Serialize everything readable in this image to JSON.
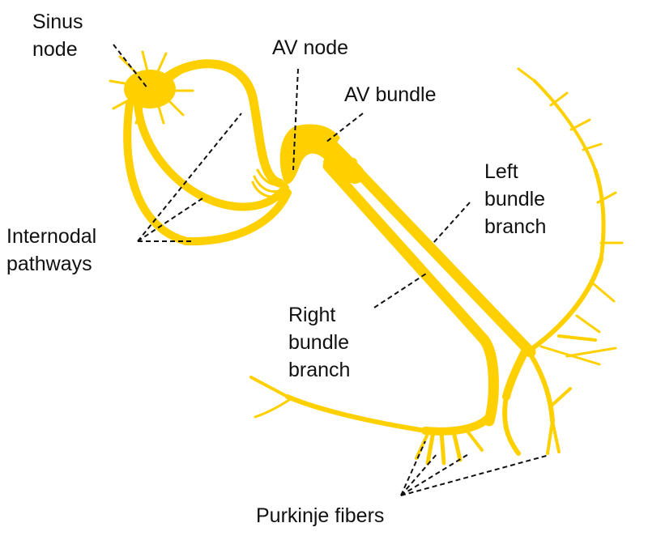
{
  "colors": {
    "fiber": "#FFD000",
    "text": "#111111",
    "leader": "#111111",
    "background": "#FFFFFF"
  },
  "labels": {
    "sinus_node": "Sinus\nnode",
    "av_node": "AV node",
    "av_bundle": "AV bundle",
    "left_bundle_branch": "Left\nbundle\nbranch",
    "internodal_pathways": "Internodal\npathways",
    "right_bundle_branch": "Right\nbundle\nbranch",
    "purkinje_fibers": "Purkinje fibers"
  }
}
